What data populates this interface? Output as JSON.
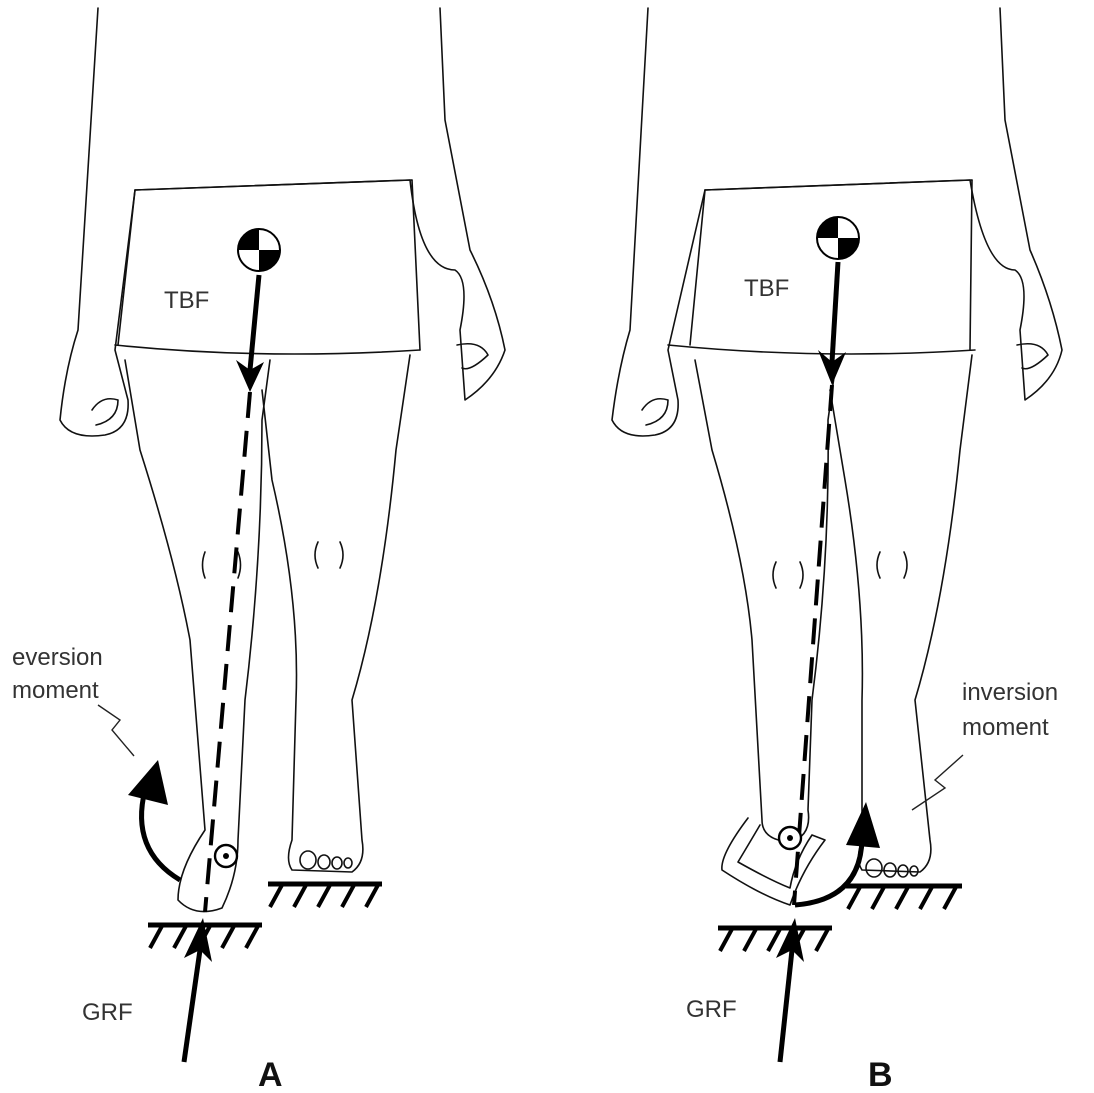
{
  "panels": [
    {
      "id": "A",
      "label": "A",
      "tbf_label": "TBF",
      "grf_label": "GRF",
      "moment_label_line1": "eversion",
      "moment_label_line2": "moment"
    },
    {
      "id": "B",
      "label": "B",
      "tbf_label": "TBF",
      "grf_label": "GRF",
      "moment_label_line1": "inversion",
      "moment_label_line2": "moment"
    }
  ]
}
